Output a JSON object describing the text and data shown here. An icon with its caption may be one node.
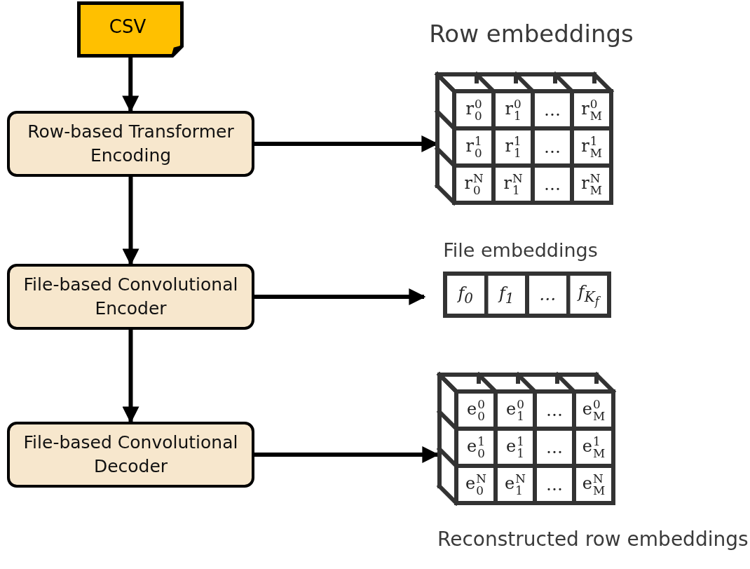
{
  "diagram": {
    "nodes": [
      {
        "text": [
          "CSV"
        ]
      },
      {
        "text": [
          "Row-based Transformer Encoding"
        ]
      },
      {
        "text": [
          "File-based Convolutional Encoder"
        ]
      },
      {
        "text": [
          "File-based Convolutional Decoder"
        ]
      },
      {
        "text": [
          "Row embeddings"
        ]
      },
      {
        "text": [
          "r$^{0}$$_{0}$"
        ],
        "in": 4
      },
      {
        "text": [
          "r$^{0}$$_{1}$"
        ],
        "in": 4
      },
      {
        "text": [
          "…"
        ],
        "in": 4
      },
      {
        "text": [
          "r$^{0}$$_{M}$"
        ],
        "in": 4
      },
      {
        "text": [
          "r$^{1}$$_{0}$"
        ],
        "in": 4
      },
      {
        "text": [
          "r$^{1}$$_{1}$"
        ],
        "in": 4
      },
      {
        "text": [
          "…"
        ],
        "in": 4
      },
      {
        "text": [
          "r$^{1}$$_{M}$"
        ],
        "in": 4
      },
      {
        "text": [
          "r$^{N}$$_{0}$"
        ],
        "in": 4
      },
      {
        "text": [
          "r$^{N}$$_{1}$"
        ],
        "in": 4
      },
      {
        "text": [
          "…"
        ],
        "in": 4
      },
      {
        "text": [
          "r$^{N}$$_{M}$"
        ],
        "in": 4
      },
      {
        "text": [
          "File embeddings"
        ]
      },
      {
        "text": [
          "f$_{0}$"
        ],
        "in": 17
      },
      {
        "text": [
          "f$_{1}$"
        ],
        "in": 17
      },
      {
        "text": [
          "…"
        ],
        "in": 17
      },
      {
        "text": [
          "f$_{K}$$_{f}$"
        ],
        "in": 17
      },
      {
        "text": [
          "Reconstructed row embeddings"
        ]
      },
      {
        "text": [
          "e$^{0}$$_{0}$"
        ],
        "in": 22
      },
      {
        "text": [
          "e$^{0}$$_{1}$"
        ],
        "in": 22
      },
      {
        "text": [
          "…"
        ],
        "in": 22
      },
      {
        "text": [
          "e$^{0}$$_{M}$"
        ],
        "in": 22
      },
      {
        "text": [
          "e$^{1}$$_{0}$"
        ],
        "in": 22
      },
      {
        "text": [
          "e$^{1}$$_{1}$"
        ],
        "in": 22
      },
      {
        "text": [
          "…"
        ],
        "in": 22
      },
      {
        "text": [
          "e$^{1}$$_{M}$"
        ],
        "in": 22
      },
      {
        "text": [
          "e$^{N}$$_{0}$"
        ],
        "in": 22
      },
      {
        "text": [
          "e$^{N}$$_{1}$"
        ],
        "in": 22
      },
      {
        "text": [
          "…"
        ],
        "in": 22
      },
      {
        "text": [
          "e$^{N}$$_{M}$"
        ],
        "in": 22
      }
    ],
    "edges": [
      {
        "from": 0,
        "to": 1,
        "arrow": "to"
      },
      {
        "from": 1,
        "to": 2,
        "arrow": "to"
      },
      {
        "from": 2,
        "to": 3,
        "arrow": "to"
      },
      {
        "from": 1,
        "to": 4,
        "arrow": "to"
      },
      {
        "from": 2,
        "to": 17,
        "arrow": "to"
      },
      {
        "from": 3,
        "to": 22,
        "arrow": "to"
      }
    ]
  }
}
